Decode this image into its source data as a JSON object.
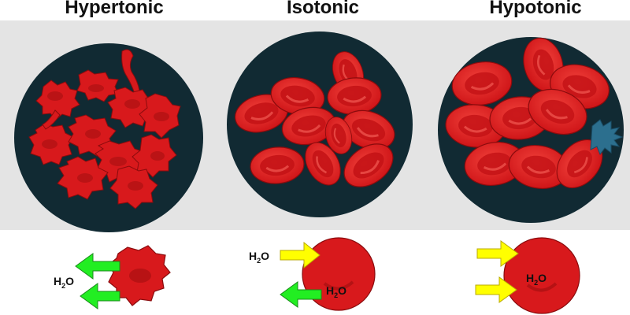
{
  "panels": [
    {
      "id": "hypertonic",
      "title": "Hypertonic",
      "water_label": "H",
      "water_sub": "2",
      "water_tail": "O"
    },
    {
      "id": "isotonic",
      "title": "Isotonic",
      "water_label_in": "H",
      "water_sub_in": "2",
      "water_tail_in": "O",
      "water_label_out": "H",
      "water_sub_out": "2",
      "water_tail_out": "O"
    },
    {
      "id": "hypotonic",
      "title": "Hypotonic",
      "water_label": "H",
      "water_sub": "2",
      "water_tail": "O"
    }
  ],
  "colors": {
    "background_band": "#e4e4e4",
    "dish": "#112a33",
    "cell": "#d8191c",
    "cell_light": "#f0403a",
    "cell_dark": "#b51214",
    "arrow_in": "#ffff00",
    "arrow_out": "#22ee22",
    "lysed_fragment": "#2c6f8e"
  }
}
